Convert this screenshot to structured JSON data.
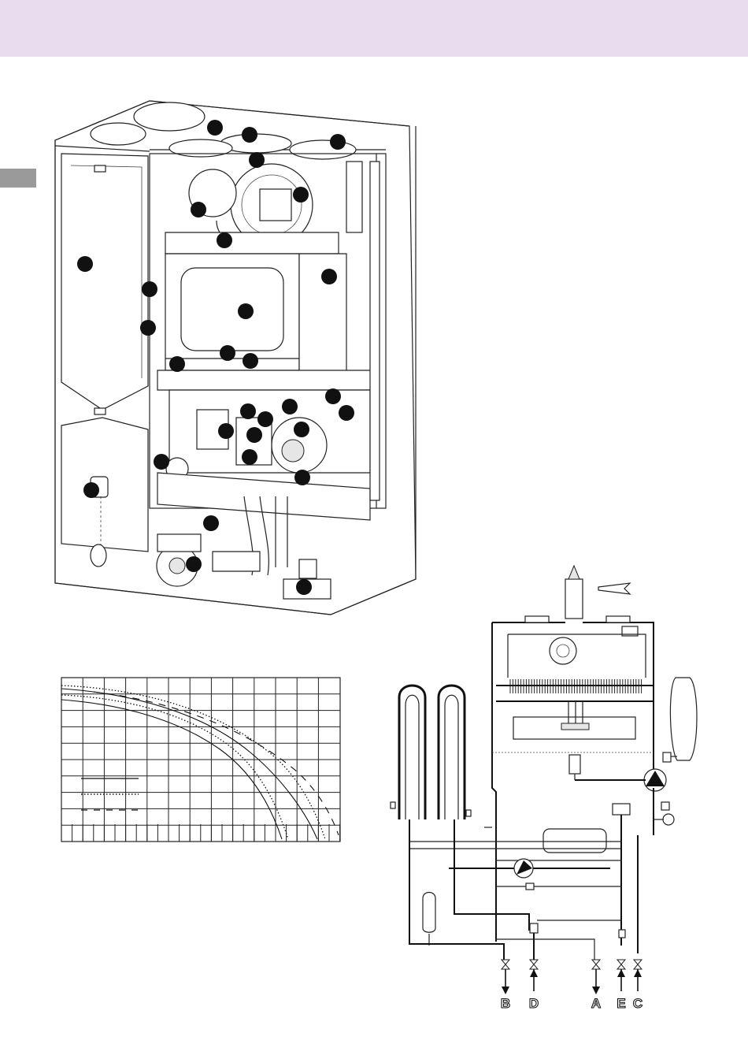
{
  "colors": {
    "header_band": "#eadcef",
    "side_tab": "#9a9a9a",
    "line": "#222222"
  },
  "hydraulic_diagram": {
    "connections": [
      "B",
      "D",
      "A",
      "E",
      "C"
    ]
  }
}
